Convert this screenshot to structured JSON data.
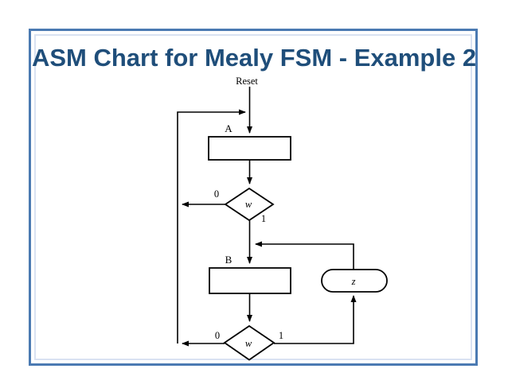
{
  "slide": {
    "title": "ASM Chart for Mealy FSM - Example 2",
    "colors": {
      "title_text": "#1f4e7a",
      "border_outer": "#4b7ab2",
      "border_inner": "#d9e2f2",
      "diagram_line": "#000000"
    }
  },
  "diagram": {
    "reset_label": "Reset",
    "state_a_label": "A",
    "state_b_label": "B",
    "decision1": {
      "condition": "w",
      "false_label": "0",
      "true_label": "1"
    },
    "decision2": {
      "condition": "w",
      "false_label": "0",
      "true_label": "1"
    },
    "output_z_label": "z"
  }
}
